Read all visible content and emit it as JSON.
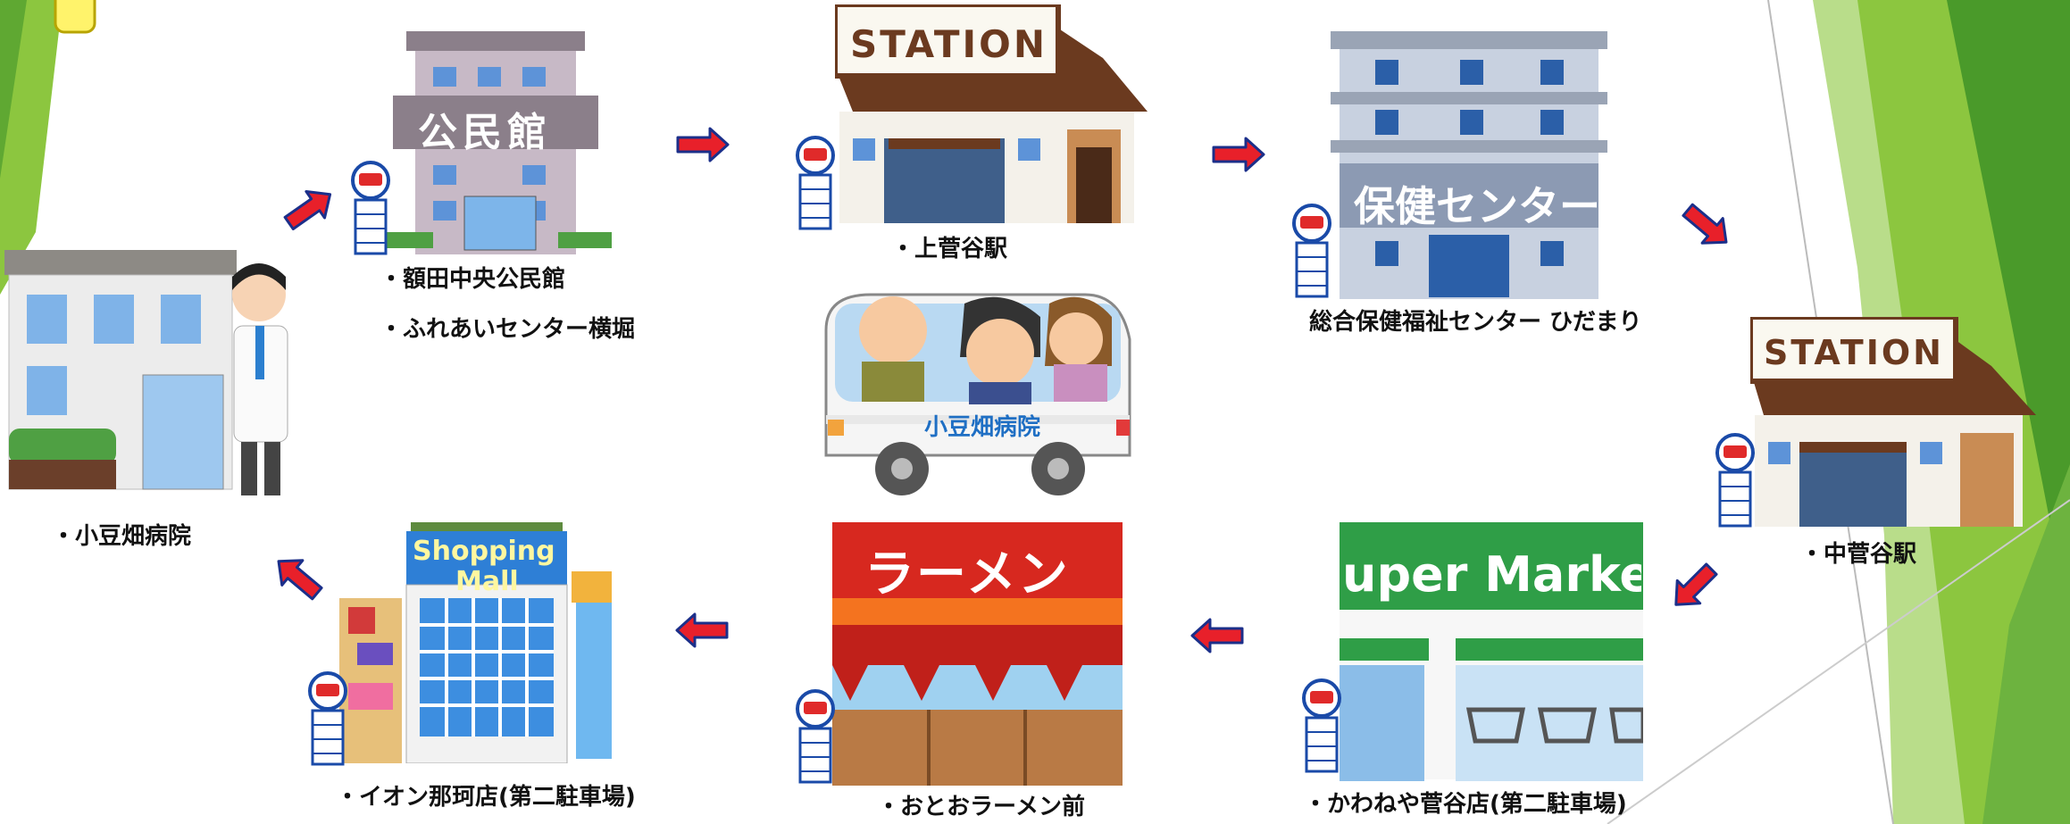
{
  "stops": {
    "hospital": "・小豆畑病院",
    "community_center_1": "・額田中央公民館",
    "community_center_2": "・ふれあいセンター横堀",
    "kamisugaya": "・上菅谷駅",
    "health_center": "総合保健福祉センター ひだまり",
    "nakasugaya": "・中菅谷駅",
    "supermarket": "・かわねや菅谷店(第二駐車場)",
    "ramen": "・おとおラーメン前",
    "mall": "・イオン那珂店(第二駐車場)"
  },
  "signs": {
    "kominkan": "公民館",
    "station_top": "STATION",
    "station_right": "STATION",
    "health": "保健センター",
    "ramen": "ラーメン",
    "super": "uper Market",
    "mall_line1": "Shopping",
    "mall_line2": "Mall"
  },
  "bus": {
    "label": "小豆畑病院"
  },
  "colors": {
    "arrow_fill": "#e8202a",
    "arrow_outline": "#1b2f8a",
    "bus_label": "#1f6fc4",
    "green_dark": "#4a9a2a",
    "green_light": "#8cc63f"
  }
}
